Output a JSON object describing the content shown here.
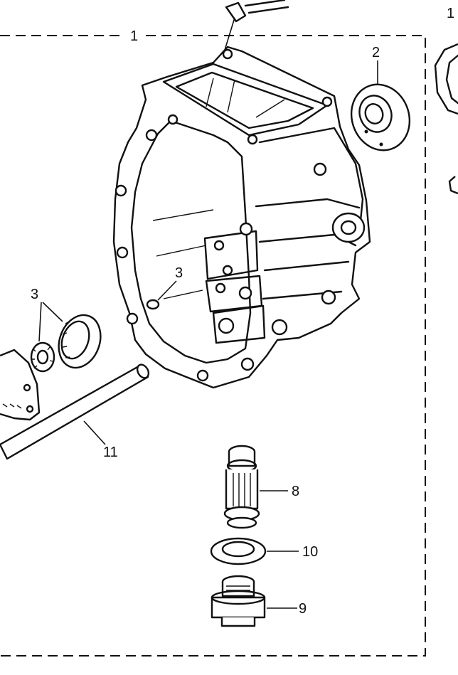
{
  "callouts": {
    "c1": "1",
    "c2": "2",
    "c3a": "3",
    "c3b": "3",
    "c8": "8",
    "c9": "9",
    "c10": "10",
    "c11": "11",
    "c12": "1"
  },
  "colors": {
    "line": "#111111",
    "background": "#ffffff"
  }
}
